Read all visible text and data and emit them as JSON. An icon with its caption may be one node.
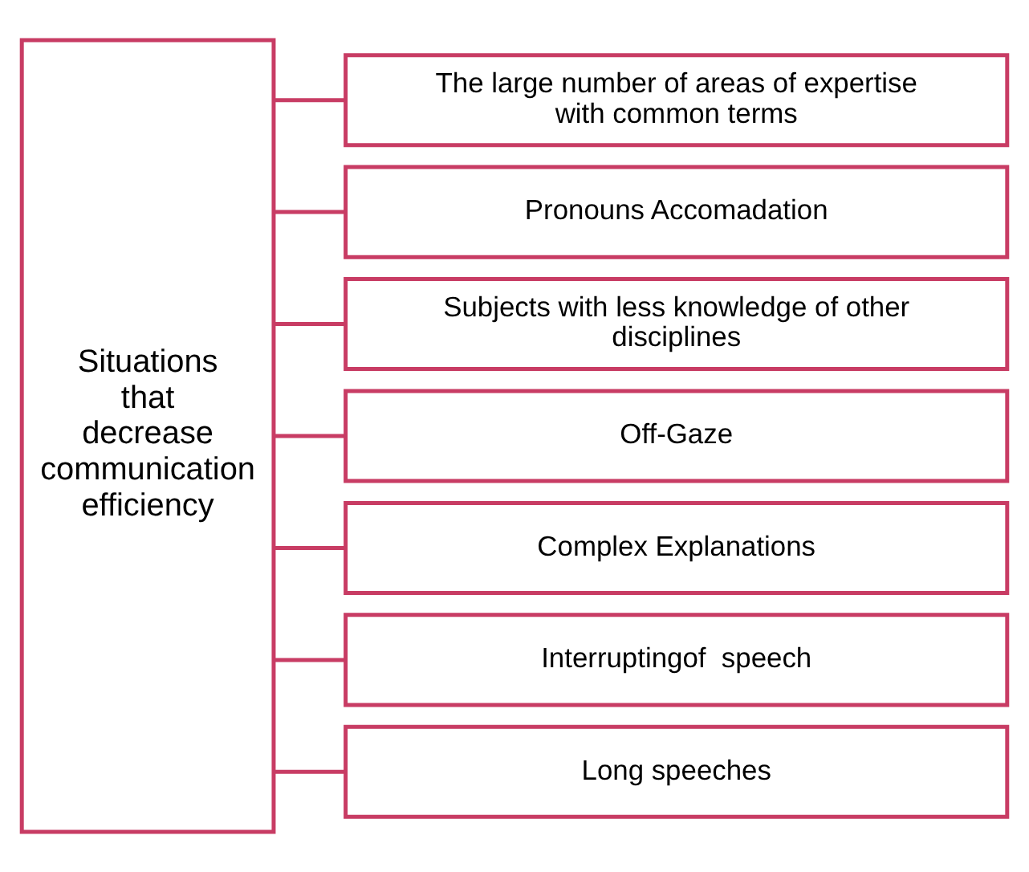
{
  "diagram": {
    "nodes": [
      {
        "text": [
          "Situations that decrease communication efficiency"
        ]
      },
      {
        "text": [
          "The large number of areas of expertise with common terms"
        ]
      },
      {
        "text": [
          "Pronouns Accomadation"
        ]
      },
      {
        "text": [
          "Subjects with less knowledge of other disciplines"
        ]
      },
      {
        "text": [
          "Off-Gaze"
        ]
      },
      {
        "text": [
          "Complex Explanations"
        ]
      },
      {
        "text": [
          "Interruptingof  speech"
        ]
      },
      {
        "text": [
          "Long speeches"
        ]
      }
    ],
    "edges": [
      {
        "from": 0,
        "to": 1,
        "arrow": "none"
      },
      {
        "from": 0,
        "to": 2,
        "arrow": "none"
      },
      {
        "from": 0,
        "to": 3,
        "arrow": "none"
      },
      {
        "from": 0,
        "to": 4,
        "arrow": "none"
      },
      {
        "from": 0,
        "to": 5,
        "arrow": "none"
      },
      {
        "from": 0,
        "to": 6,
        "arrow": "none"
      },
      {
        "from": 0,
        "to": 7,
        "arrow": "none"
      }
    ]
  }
}
